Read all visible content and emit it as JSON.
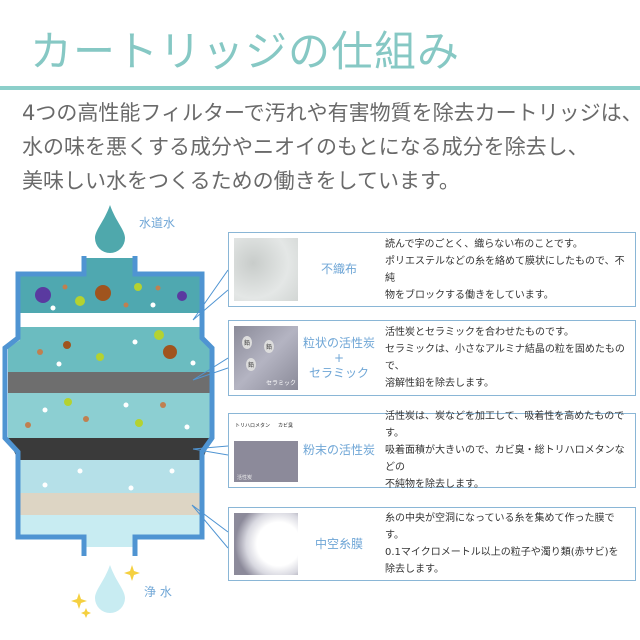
{
  "title": "カートリッジの仕組み",
  "intro": [
    "4つの高性能フィルターで汚れや有害物質を除去カートリッジは、",
    "水の味を悪くする成分やニオイのもとになる成分を除去し、",
    "美味しい水をつくるための働きをしています。"
  ],
  "diagram": {
    "input_label": "水道水",
    "output_label": "浄 水"
  },
  "filters": [
    {
      "name": "不織布",
      "desc": [
        "読んで字のごとく、織らない布のことです。",
        "ポリエステルなどの糸を絡めて膜状にしたもので、不純",
        "物をブロックする働きをしています。"
      ]
    },
    {
      "name": [
        "粒状の活性炭",
        "+",
        "セラミック"
      ],
      "image_labels": [
        "鉛",
        "鉛",
        "鉛",
        "セラミック"
      ],
      "desc": [
        "活性炭とセラミックを合わせたものです。",
        "セラミックは、小さなアルミナ結晶の粒を固めたもので、",
        "溶解性鉛を除去します。"
      ]
    },
    {
      "name": "粉末の活性炭",
      "image_labels": [
        "トリハロメタン",
        "カビ臭",
        "活性炭"
      ],
      "desc": [
        "活性炭は、炭などを加工して、吸着性を高めたものです。",
        "吸着面積が大きいので、カビ臭・総トリハロメタンなどの",
        "不純物を除去します。"
      ]
    },
    {
      "name": "中空糸膜",
      "desc": [
        "糸の中央が空洞になっている糸を集めて作った膜です。",
        "0.1マイクロメートル以上の粒子や濁り類(赤サビ)を",
        "除去します。"
      ]
    }
  ],
  "colors": {
    "accent": "#86c8c4",
    "frame": "#4f94d2",
    "label": "#6fa6d6"
  }
}
